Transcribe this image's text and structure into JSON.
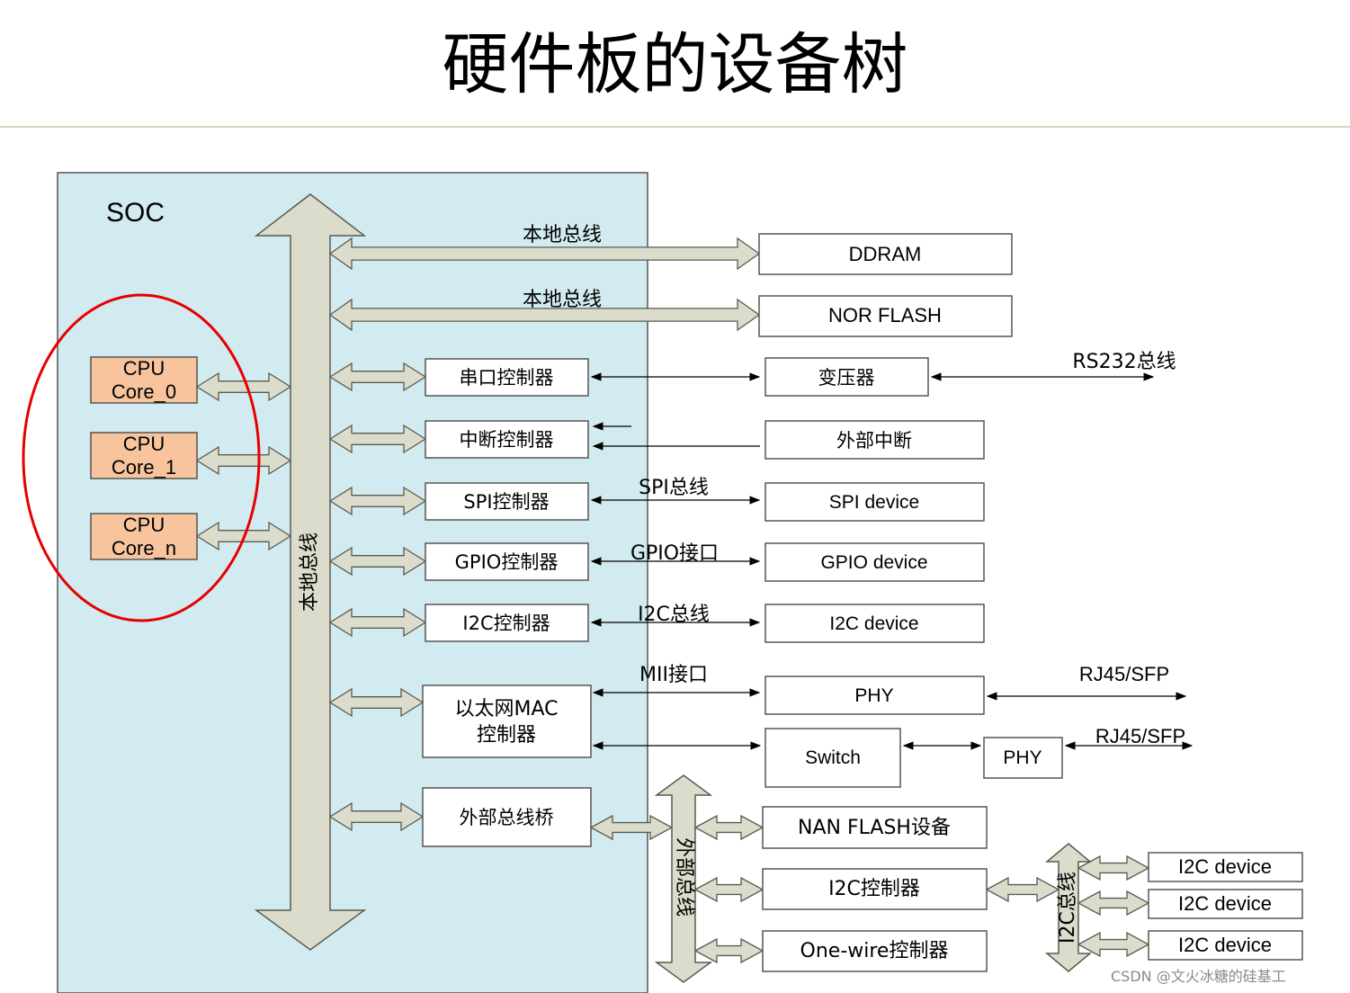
{
  "title": "硬件板的设备树",
  "watermark": "CSDN @文火冰糖的硅基工",
  "soc_label": "SOC",
  "colors": {
    "soc_fill": "#d2ebf0",
    "cpu_fill": "#f8c49e",
    "arrow_fill": "#dcdccc",
    "highlight_ring": "#e60000"
  },
  "local_bus_label": "本地总线",
  "external_bus_label": "外部总线",
  "i2c_bus_label": "I2C总线",
  "cpu_cores": [
    {
      "line1": "CPU",
      "line2": "Core_0"
    },
    {
      "line1": "CPU",
      "line2": "Core_1"
    },
    {
      "line1": "CPU",
      "line2": "Core_n"
    }
  ],
  "memory": [
    {
      "bus_label": "本地总线",
      "device": "DDRAM"
    },
    {
      "bus_label": "本地总线",
      "device": "NOR FLASH"
    }
  ],
  "controllers": {
    "uart": "串口控制器",
    "interrupt": "中断控制器",
    "spi": "SPI控制器",
    "gpio": "GPIO控制器",
    "i2c": "I2C控制器",
    "mac_line1": "以太网MAC",
    "mac_line2": "控制器",
    "ext_bridge": "外部总线桥"
  },
  "links": {
    "spi_bus": "SPI总线",
    "gpio_if": "GPIO接口",
    "i2c_bus": "I2C总线",
    "mii_if": "MII接口",
    "rs232_bus": "RS232总线",
    "rj45_1": "RJ45/SFP",
    "rj45_2": "RJ45/SFP"
  },
  "devices": {
    "transformer": "变压器",
    "ext_interrupt": "外部中断",
    "spi_device": "SPI device",
    "gpio_device": "GPIO device",
    "i2c_device": "I2C device",
    "phy": "PHY",
    "switch": "Switch",
    "phy2": "PHY"
  },
  "external_devices": {
    "nand": "NAN FLASH设备",
    "i2c_ctrl": "I2C控制器",
    "onewire": "One-wire控制器"
  },
  "i2c_devices": [
    "I2C device",
    "I2C device",
    "I2C device"
  ]
}
